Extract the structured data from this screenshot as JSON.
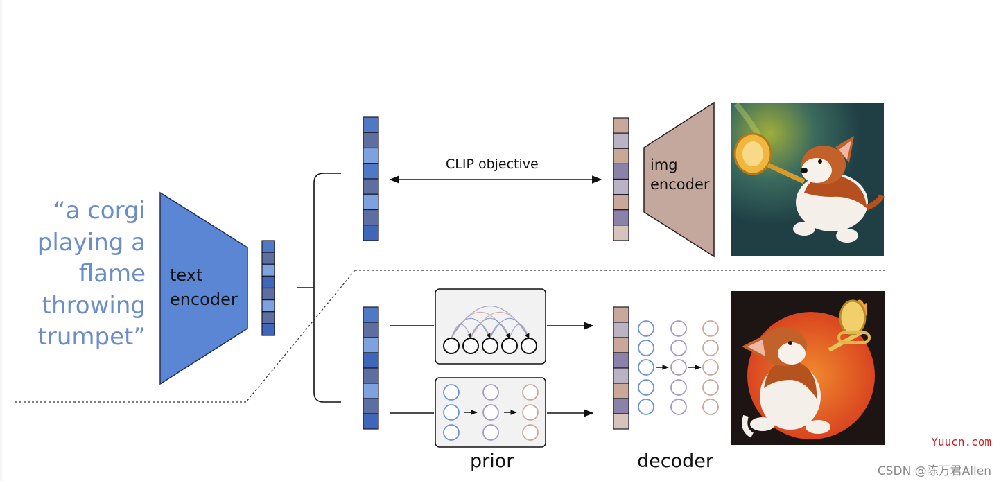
{
  "prompt": {
    "lines": [
      "“a corgi",
      "playing a",
      "flame",
      "throwing",
      "trumpet”"
    ]
  },
  "labels": {
    "text_encoder": [
      "text",
      "encoder"
    ],
    "img_encoder": [
      "img",
      "encoder"
    ],
    "clip_objective": "CLIP objective",
    "prior": "prior",
    "decoder": "decoder"
  },
  "watermarks": {
    "site": "Yuucn.com",
    "author": "CSDN @陈万君Allen"
  },
  "colors": {
    "text_blue": "#6b8dc9",
    "encoder_blue": "#5b86d3",
    "img_encoder_brown": "#c4a89e",
    "embedding_blues": [
      "#4f78c5",
      "#5d6ea0",
      "#7ea2e0",
      "#3f66b8"
    ],
    "embedding_browns": [
      "#c9a799",
      "#b9b3c4",
      "#8a82a8",
      "#d5c3bc"
    ],
    "node_blue": "#6e94d6",
    "node_purple": "#a59ac0",
    "node_tan": "#c9ab9e"
  }
}
